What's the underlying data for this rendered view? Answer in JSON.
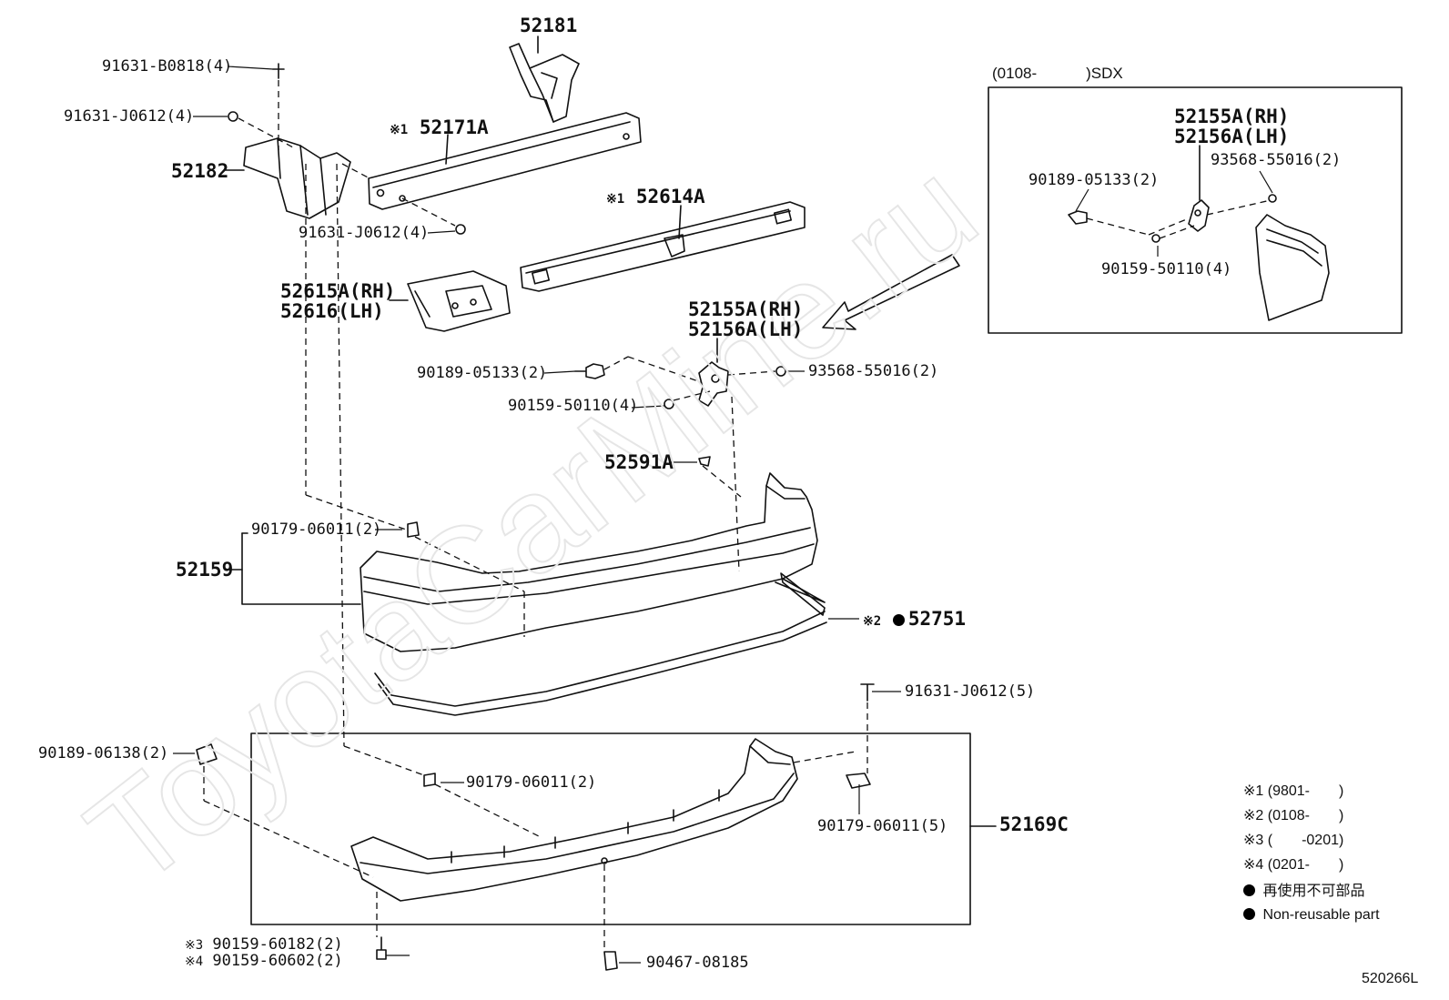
{
  "inset": {
    "caption_left": "(0108-",
    "caption_right": ")SDX"
  },
  "labels": {
    "p52181": "52181",
    "p91631_B0818": "91631-B0818(4)",
    "p91631_J0612_a": "91631-J0612(4)",
    "p52182": "52182",
    "p52171A_mark": "※1",
    "p52171A": "52171A",
    "p91631_J0612_b": "91631-J0612(4)",
    "p52614A_mark": "※1",
    "p52614A": "52614A",
    "p52615A": "52615A(RH)",
    "p52616": "52616(LH)",
    "p52155A": "52155A(RH)",
    "p52156A": "52156A(LH)",
    "p90189_05133": "90189-05133(2)",
    "p93568_55016": "93568-55016(2)",
    "p90159_50110": "90159-50110(4)",
    "p52591A": "52591A",
    "p90179_06011_a": "90179-06011(2)",
    "p52159": "52159",
    "p52751_mark": "※2",
    "p52751": "52751",
    "p91631_J0612_c": "91631-J0612(5)",
    "p90189_06138": "90189-06138(2)",
    "p90179_06011_b": "90179-06011(2)",
    "p90179_06011_c": "90179-06011(5)",
    "p52169C": "52169C",
    "p90159_60182_mark": "※3",
    "p90159_60182": "90159-60182(2)",
    "p90159_60602_mark": "※4",
    "p90159_60602": "90159-60602(2)",
    "p90467_08185": "90467-08185",
    "in_52155A": "52155A(RH)",
    "in_52156A": "52156A(LH)",
    "in_90189_05133": "90189-05133(2)",
    "in_93568_55016": "93568-55016(2)",
    "in_90159_50110": "90159-50110(4)"
  },
  "legend": {
    "note1": "※1 (9801-　　)",
    "note2": "※2 (0108-　　)",
    "note3": "※3 (　　-0201)",
    "note4": "※4 (0201-　　)",
    "nonreusable_ja": "再使用不可部品",
    "nonreusable_en": "Non-reusable part"
  },
  "diagram_code": "520266L",
  "watermark": "ToyotaCarMine.ru"
}
